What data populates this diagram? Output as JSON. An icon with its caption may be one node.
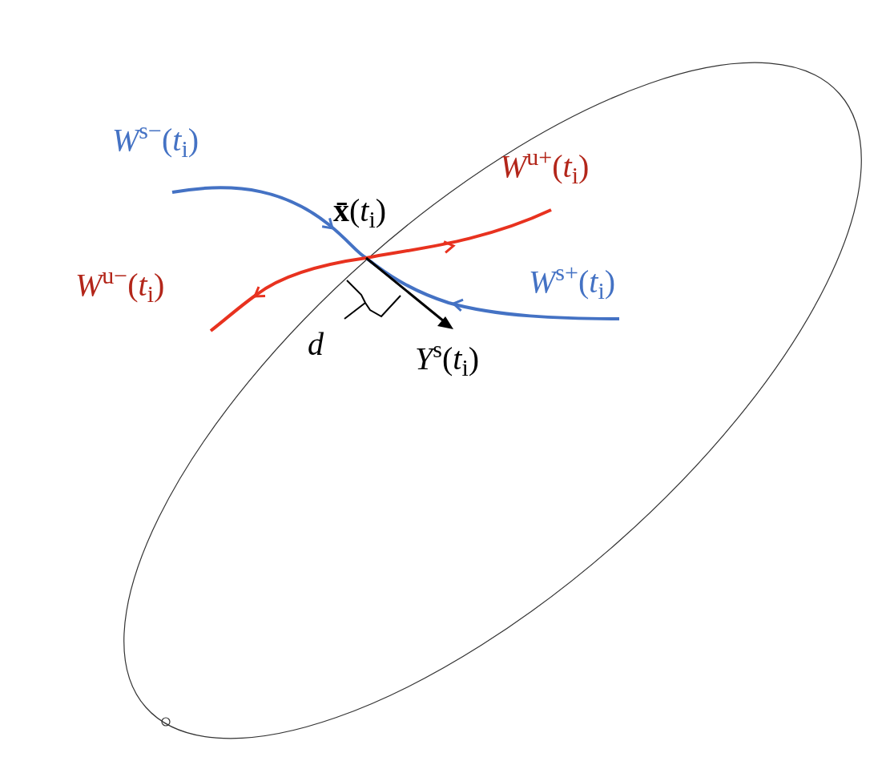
{
  "diagram": {
    "labels": [
      "*W*$^{s−}$(*t*$_{i}$)",
      "*W*$^{u+}$(*t*$_{i}$)",
      "**x̄**(*t*$_{i}$)",
      "*W*$^{u−}$(*t*$_{i}$)",
      "*W*$^{s+}$(*t*$_{i}$)",
      "d",
      "*Y*$^{s}$(*t*$_{i}$)"
    ]
  }
}
